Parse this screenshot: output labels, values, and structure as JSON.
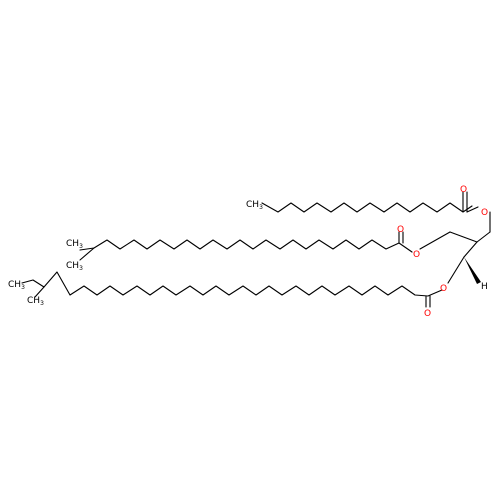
{
  "atom_labels": {
    "c1": "C",
    "c1_sub": "H",
    "c1_h3": "3",
    "c2": "C",
    "c2_sub": "H",
    "c2_h3": "3",
    "c3": "C",
    "c3_sub": "H",
    "c3_h3": "3",
    "c4": "C",
    "c4_sub": "H",
    "c4_h3": "3",
    "c5": "C",
    "c5_sub": "H",
    "c5_h3": "3",
    "oxygen": "O",
    "hydrogen": "H"
  },
  "colors": {
    "bond": "#000000",
    "oxygen": "#ff0000",
    "background": "#ffffff"
  }
}
